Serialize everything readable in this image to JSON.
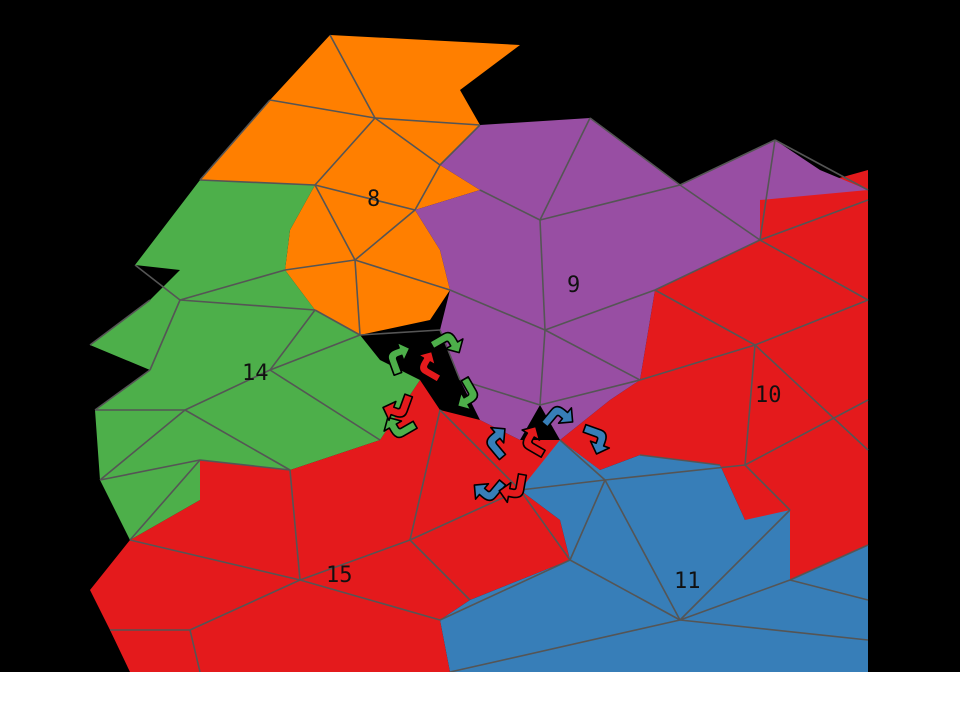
{
  "colors": {
    "background": "#000000",
    "orange": "#ff7f00",
    "purple": "#984ea3",
    "red": "#e41a1c",
    "green": "#4daf4a",
    "blue": "#377eb8",
    "mesh": "#555555",
    "label": "#111111"
  },
  "regions": [
    {
      "id": "8",
      "label": "8",
      "color": "orange"
    },
    {
      "id": "9",
      "label": "9",
      "color": "purple"
    },
    {
      "id": "10",
      "label": "10",
      "color": "red"
    },
    {
      "id": "11",
      "label": "11",
      "color": "blue"
    },
    {
      "id": "14",
      "label": "14",
      "color": "green"
    },
    {
      "id": "15",
      "label": "15",
      "color": "red"
    }
  ],
  "arrows": [
    {
      "color": "green",
      "icon": "curved-arrow-icon"
    },
    {
      "color": "green",
      "icon": "curved-arrow-icon"
    },
    {
      "color": "green",
      "icon": "curved-arrow-icon"
    },
    {
      "color": "green",
      "icon": "curved-arrow-icon"
    },
    {
      "color": "red",
      "icon": "curved-arrow-icon"
    },
    {
      "color": "red",
      "icon": "curved-arrow-icon"
    },
    {
      "color": "blue",
      "icon": "curved-arrow-icon"
    },
    {
      "color": "blue",
      "icon": "curved-arrow-icon"
    },
    {
      "color": "blue",
      "icon": "curved-arrow-icon"
    },
    {
      "color": "blue",
      "icon": "curved-arrow-icon"
    },
    {
      "color": "red",
      "icon": "curved-arrow-icon"
    },
    {
      "color": "red",
      "icon": "curved-arrow-icon"
    }
  ]
}
